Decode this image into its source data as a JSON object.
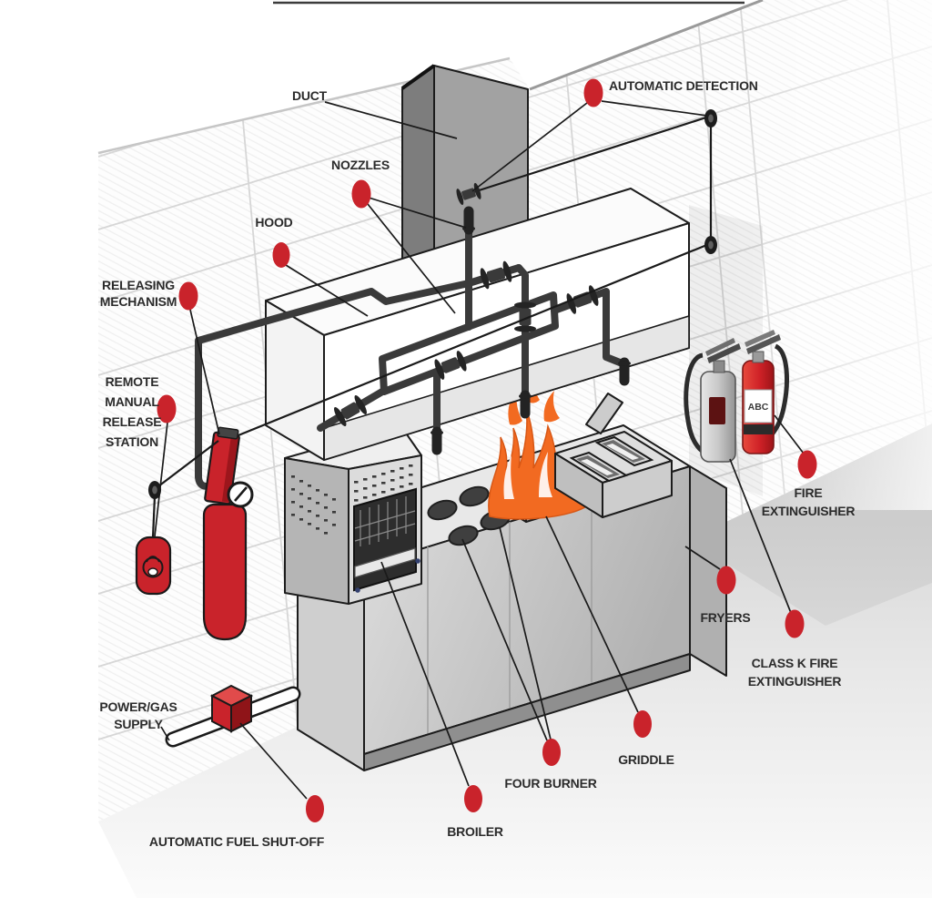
{
  "diagram": {
    "type": "kitchen-fire-suppression-system-diagram",
    "colors": {
      "accent_red": "#c9232b",
      "pipe_dark": "#3a3a3a",
      "flame_orange": "#f26a21",
      "label_text": "#2b2b2b",
      "steel_light": "#e8e8e8",
      "steel_mid": "#c6c6c6",
      "steel_dark": "#8f8f8f"
    },
    "labels": {
      "duct": "DUCT",
      "nozzles": "NOZZLES",
      "hood": "HOOD",
      "releasing_mechanism": [
        "RELEASING",
        "MECHANISM"
      ],
      "remote_manual_release_station": [
        "REMOTE",
        "MANUAL",
        "RELEASE",
        "STATION"
      ],
      "automatic_detection": "AUTOMATIC DETECTION",
      "fire_extinguisher": [
        "FIRE",
        "EXTINGUISHER"
      ],
      "class_k_fire_extinguisher": [
        "CLASS K FIRE",
        "EXTINGUISHER"
      ],
      "fryers": "FRYERS",
      "griddle": "GRIDDLE",
      "four_burner": "FOUR BURNER",
      "broiler": "BROILER",
      "power_gas_supply": [
        "POWER/GAS",
        "SUPPLY"
      ],
      "automatic_fuel_shutoff": "AUTOMATIC FUEL SHUT-OFF",
      "extinguisher_abc": "ABC"
    }
  }
}
